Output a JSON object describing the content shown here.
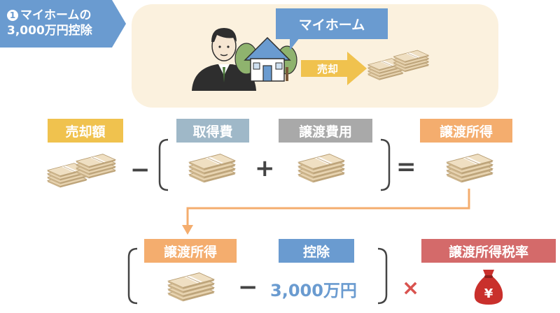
{
  "title": {
    "number_badge": "1",
    "line1": "マイホームの",
    "line2": "3,000万円控除"
  },
  "scene": {
    "home_label": "マイホーム",
    "sell_label": "売却"
  },
  "formula1": {
    "sale_price": "売却額",
    "minus": "−",
    "acquisition_cost": "取得費",
    "plus": "+",
    "transfer_cost": "譲渡費用",
    "equals": "=",
    "transfer_income": "譲渡所得"
  },
  "formula2": {
    "transfer_income": "譲渡所得",
    "minus": "−",
    "deduction_label": "控除",
    "deduction_amount": "3,000万円",
    "times": "×",
    "tax_rate": "譲渡所得税率",
    "yen_symbol": "¥"
  },
  "colors": {
    "accent_blue": "#6a9bd0",
    "scene_bg": "#fbf1de",
    "sale_yellow": "#f0c24e",
    "cost_gray_blue": "#9fb8c8",
    "fee_gray": "#a9a9a9",
    "income_orange": "#f4ad6e",
    "rate_red": "#d46a6a"
  }
}
